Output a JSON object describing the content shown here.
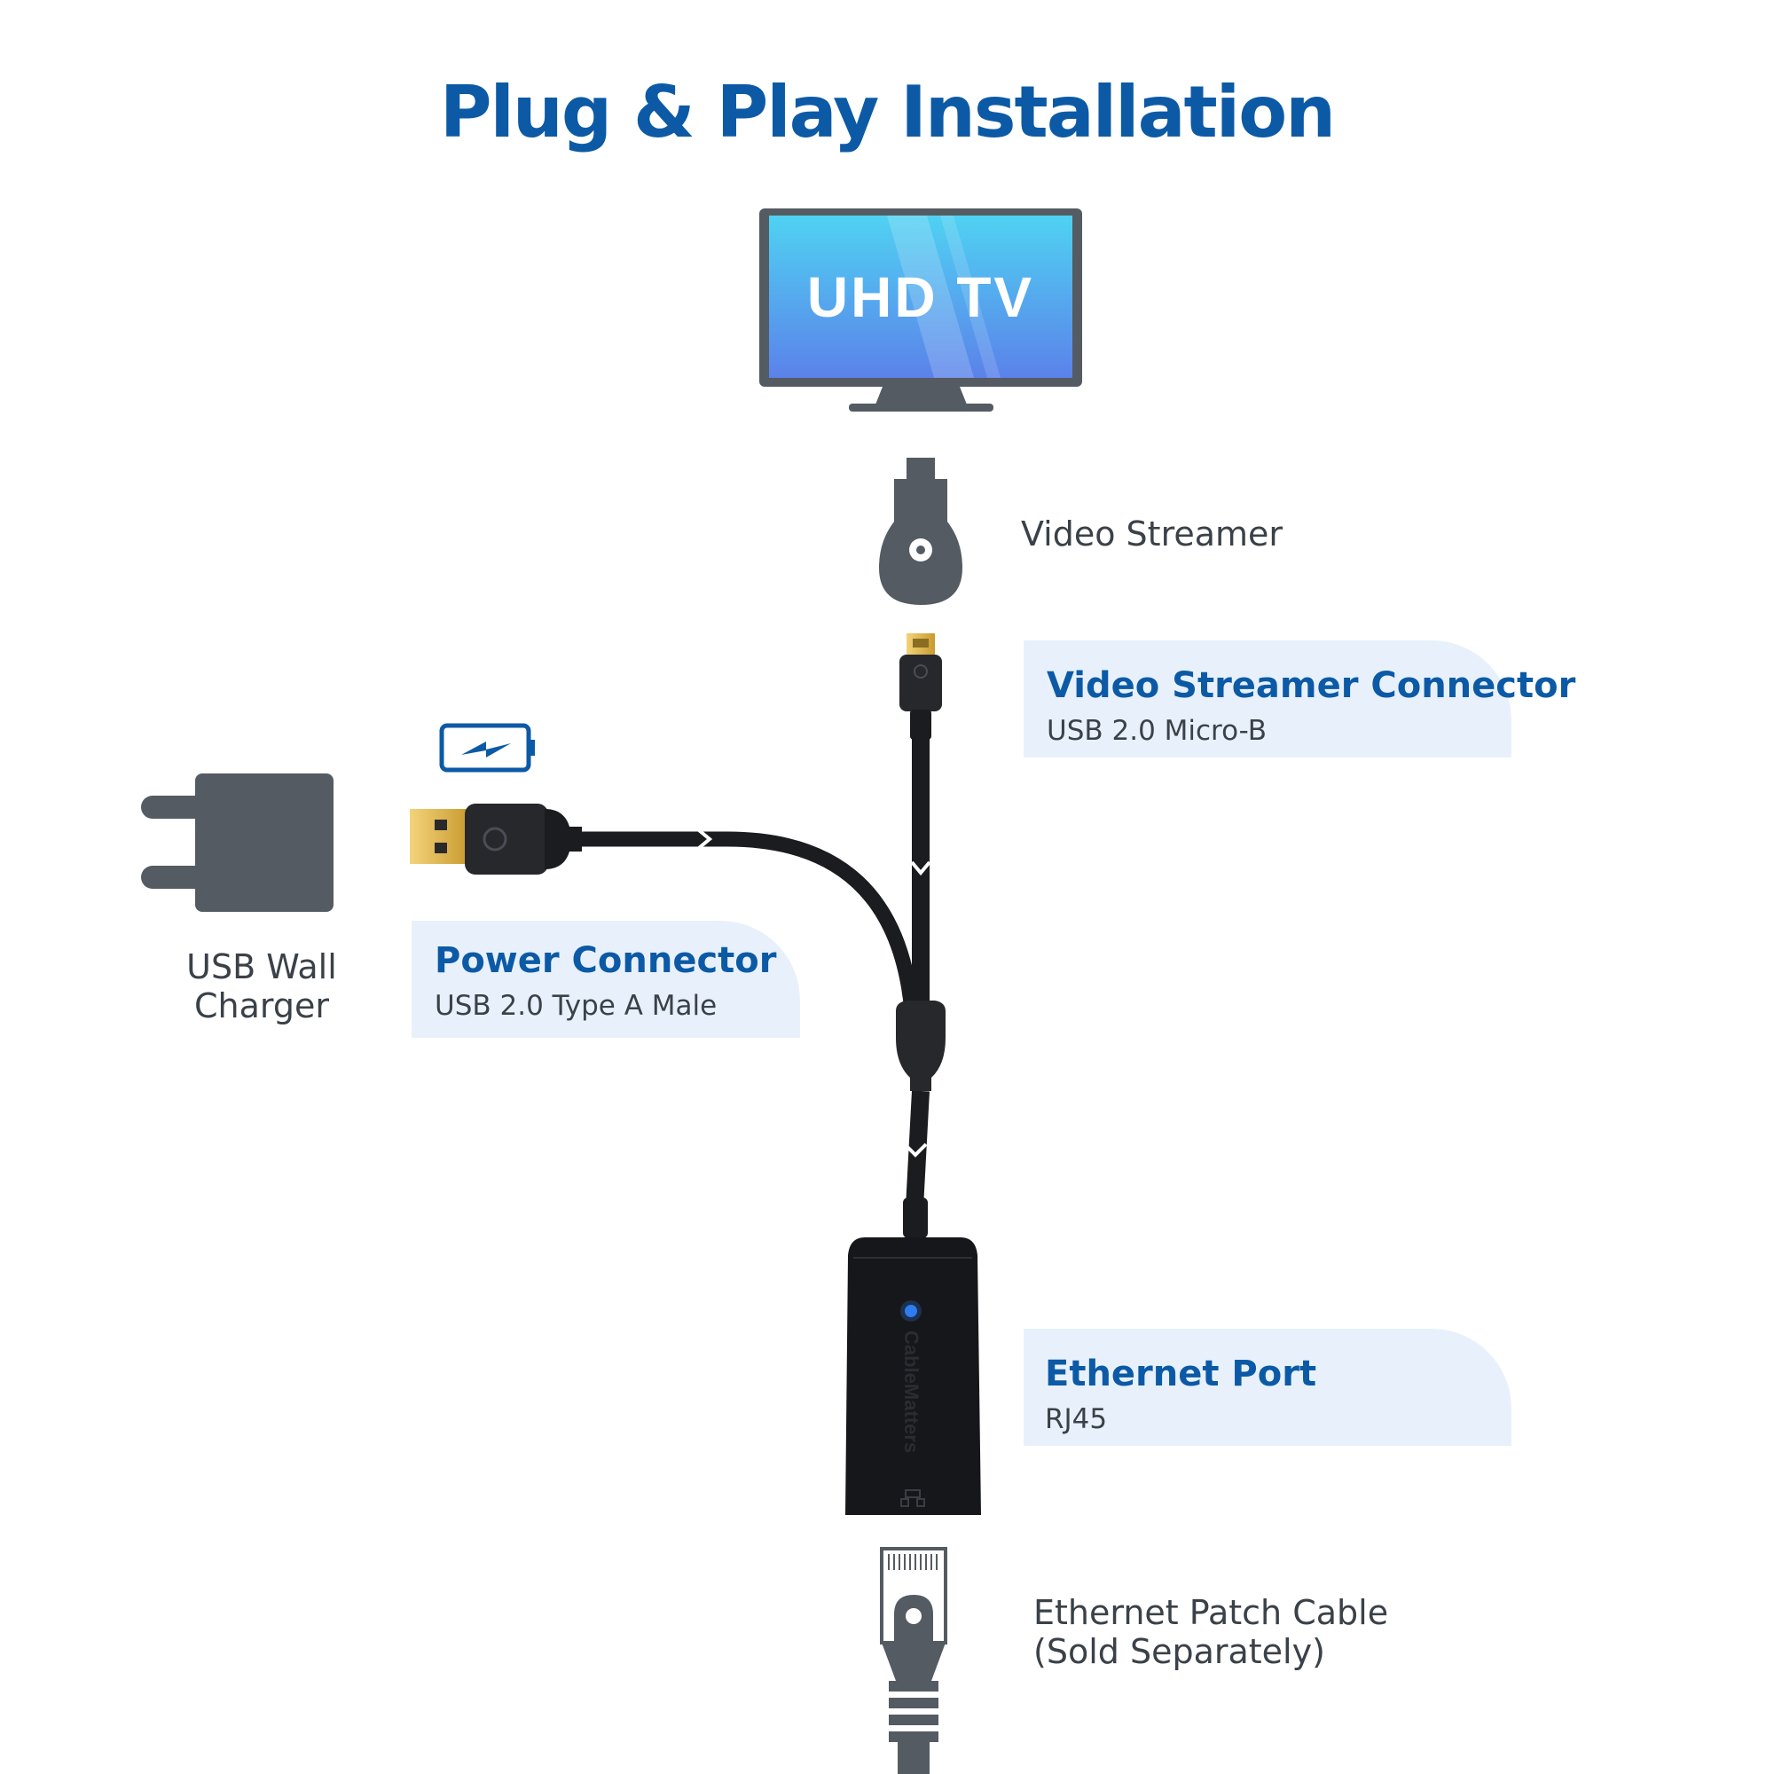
{
  "title": "Plug & Play Installation",
  "tv": {
    "screen_text": "UHD TV"
  },
  "video_streamer": {
    "label": "Video Streamer"
  },
  "streamer_connector": {
    "heading": "Video Streamer Connector",
    "sub": "USB 2.0 Micro-B"
  },
  "power_connector": {
    "heading": "Power Connector",
    "sub": "USB 2.0 Type A Male"
  },
  "wall_charger": {
    "line1": "USB Wall",
    "line2": "Charger"
  },
  "ethernet_port": {
    "heading": "Ethernet Port",
    "sub": "RJ45"
  },
  "patch_cable": {
    "line1": "Ethernet Patch Cable",
    "line2": "(Sold Separately)"
  },
  "adapter": {
    "brand": "CableMatters"
  },
  "colors": {
    "heading_blue": "#0c5aa6",
    "panel_bg": "#e8f1fb",
    "device_gray": "#545b63",
    "cable_black": "#1b1c1f"
  },
  "icons": [
    "tv-icon",
    "video-streamer-icon",
    "charging-battery-icon",
    "wall-charger-icon",
    "ethernet-plug-icon",
    "ethernet-port-icon"
  ]
}
